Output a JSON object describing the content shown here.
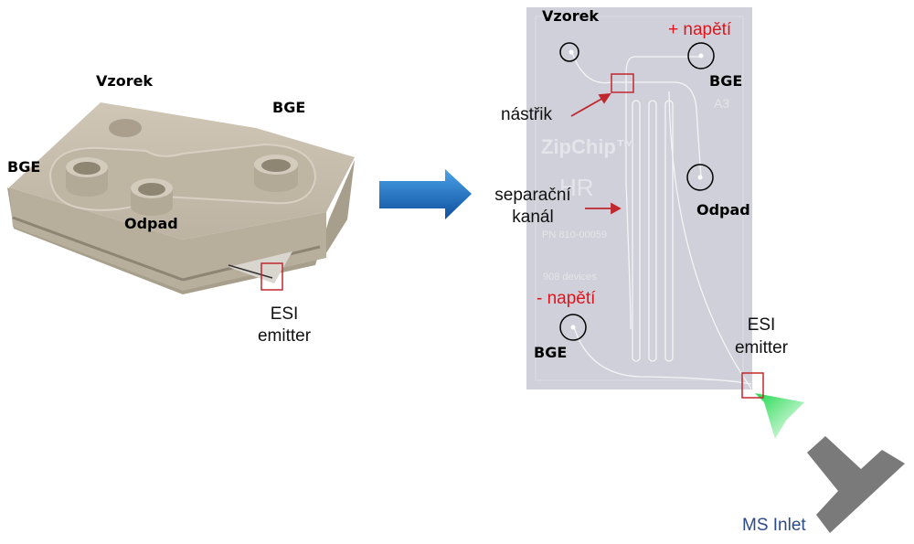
{
  "left_device": {
    "labels": {
      "sample": "Vzorek",
      "bge_right": "BGE",
      "bge_left": "BGE",
      "waste": "Odpad",
      "esi": "ESI",
      "emitter": "emitter"
    }
  },
  "chip": {
    "labels": {
      "sample": "Vzorek",
      "plus_voltage": "+ napětí",
      "bge_top": "BGE",
      "injection": "nástřik",
      "separation_1": "separační",
      "separation_2": "kanál",
      "waste": "Odpad",
      "minus_voltage": "- napětí",
      "bge_bottom": "BGE",
      "esi": "ESI",
      "emitter": "emitter"
    },
    "watermark": {
      "brand": "ZipChip™",
      "model": "HR",
      "part": "PN 810-00059",
      "maker": "908 devices",
      "code": "A3"
    }
  },
  "ms_inlet": {
    "label": "MS Inlet"
  },
  "colors": {
    "highlight": "#c0282d",
    "arrow": "#1f6fc0",
    "chip": "#cfd0d9",
    "device": "#c9bfae",
    "ms": "#7a7a7a",
    "ms_label": "#2d4a8a",
    "spray": "#3de06a"
  }
}
